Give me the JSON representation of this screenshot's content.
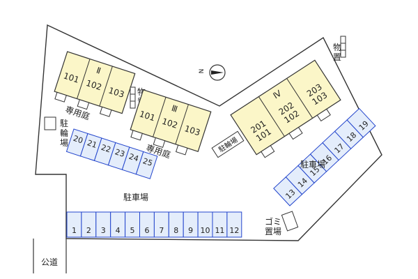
{
  "colors": {
    "building": "#fbf6c8",
    "parking": "#e4edfb",
    "parking_stroke": "#2244cc",
    "outline": "#333333"
  },
  "compass": {
    "label": "N",
    "icon": "north-arrow-icon"
  },
  "public_road": "公道",
  "buildings": {
    "b2": {
      "roman": "Ⅱ",
      "units": [
        "101",
        "102",
        "103"
      ]
    },
    "b3": {
      "roman": "Ⅲ",
      "units": [
        "101",
        "102",
        "103"
      ]
    },
    "b4": {
      "roman": "Ⅳ",
      "units": [
        [
          "201",
          "101"
        ],
        [
          "202",
          "102"
        ],
        [
          "203",
          "103"
        ]
      ]
    }
  },
  "labels": {
    "private_garden_1": "専用庭",
    "private_garden_2": "専用庭",
    "bicycle_parking_1": [
      "駐",
      "輪",
      "場"
    ],
    "bicycle_parking_2": "駐輪場",
    "storage_1": [
      "物",
      "置"
    ],
    "storage_2": [
      "物",
      "置"
    ],
    "parking_main": "駐車場",
    "parking_east": "駐車場",
    "garbage": [
      "ゴミ",
      "置場"
    ]
  },
  "parking": {
    "bottom_row": [
      "1",
      "2",
      "3",
      "4",
      "5",
      "6",
      "7",
      "8",
      "9",
      "10",
      "11",
      "12"
    ],
    "middle_row": [
      "20",
      "21",
      "22",
      "23",
      "24",
      "25"
    ],
    "diagonal_row": [
      "13",
      "14",
      "15",
      "16",
      "17",
      "18",
      "19"
    ]
  }
}
